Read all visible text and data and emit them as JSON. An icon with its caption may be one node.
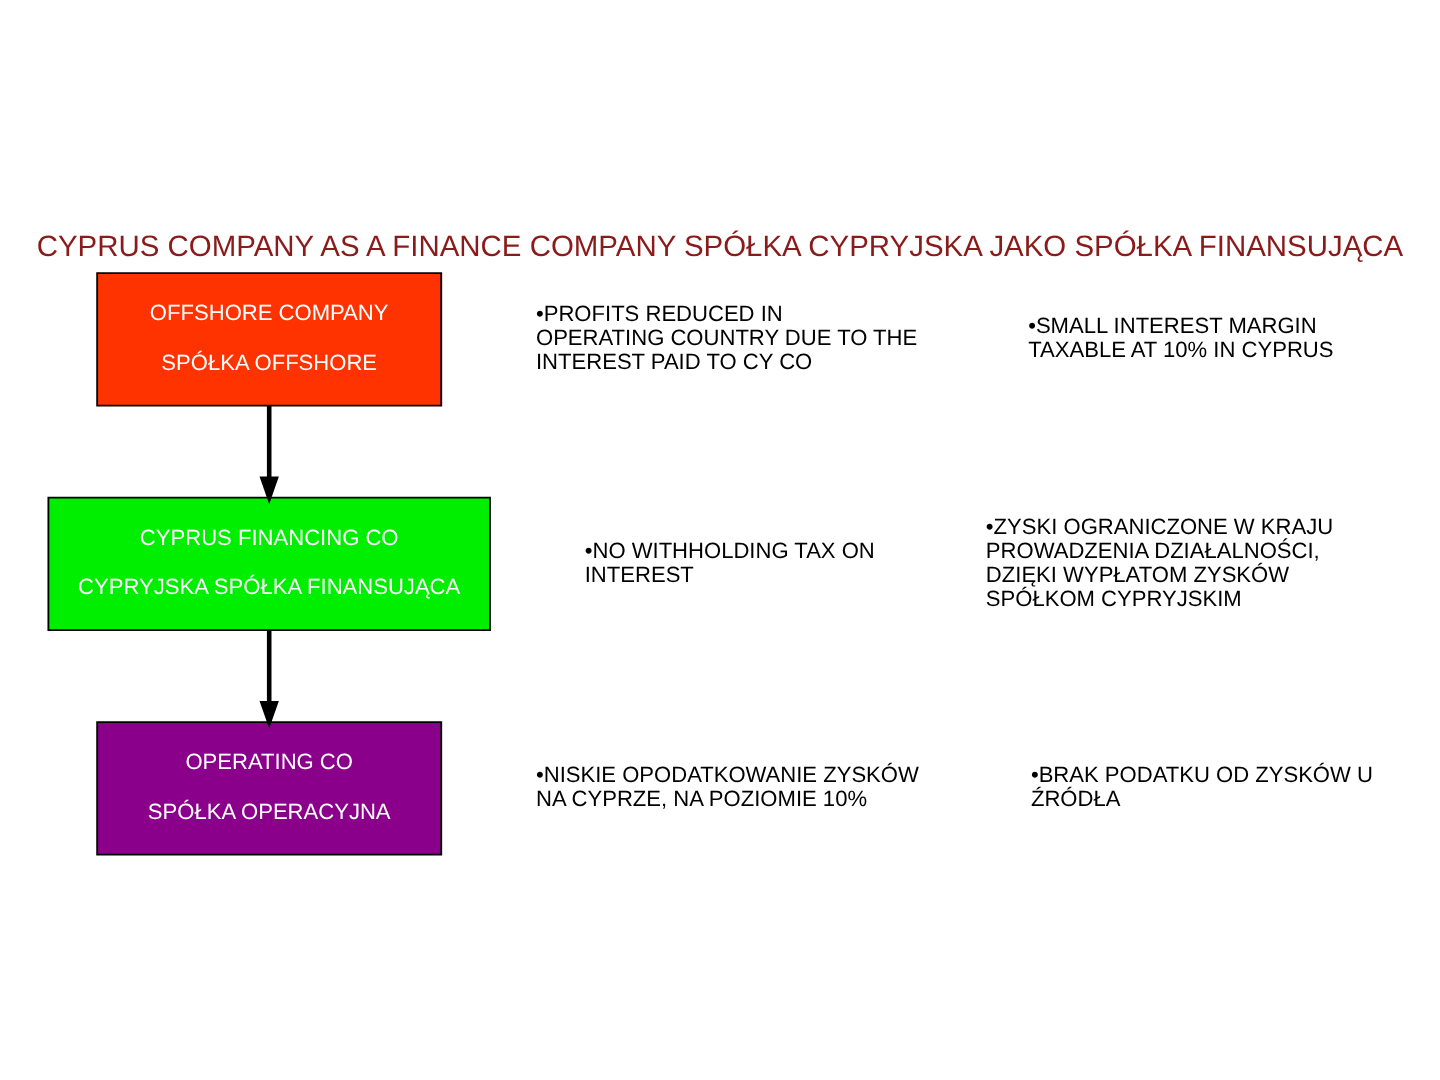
{
  "diagram": {
    "title": "CYPRUS COMPANY AS A FINANCE COMPANY SPÓŁKA CYPRYJSKA JAKO SPÓŁKA FINANSUJĄCA",
    "nodes": [
      {
        "text": [
          "OFFSHORE COMPANY",
          "SPÓŁKA OFFSHORE"
        ]
      },
      {
        "text": [
          "CYPRUS FINANCING CO",
          "CYPRYJSKA SPÓŁKA FINANSUJĄCA"
        ]
      },
      {
        "text": [
          "OPERATING CO",
          "SPÓŁKA OPERACYJNA"
        ]
      }
    ],
    "edges": [
      {
        "from": 0,
        "to": 1,
        "arrow": "to"
      },
      {
        "from": 1,
        "to": 2,
        "arrow": "to"
      }
    ],
    "labels": [
      "•PROFITS REDUCED IN OPERATING COUNTRY DUE TO THE INTEREST PAID TO CY CO",
      "•SMALL INTEREST MARGIN TAXABLE AT 10% IN CYPRUS",
      "•NO WITHHOLDING TAX ON INTEREST",
      "•ZYSKI OGRANICZONE W KRAJU PROWADZENIA DZIAŁALNOŚCI, DZIĘKI WYPŁATOM ZYSKÓW SPÓŁKOM CYPRYJSKIM",
      "•NISKIE OPODATKOWANIE ZYSKÓW NA CYPRZE, NA POZIOMIE 10%",
      "•BRAK PODATKU OD ZYSKÓW U ŹRÓDŁA"
    ]
  }
}
